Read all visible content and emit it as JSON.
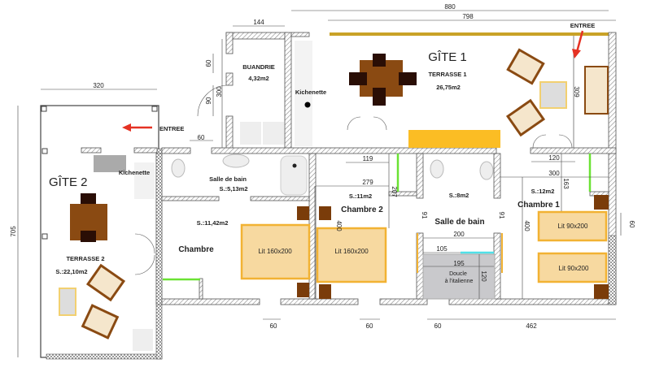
{
  "colors": {
    "wall": "#555555",
    "bed": "#f7d9a0",
    "bed_border": "#f2b233",
    "table": "#8a4a12",
    "chair": "#2a0e05",
    "arrow": "#e53224",
    "door_mark": "#6be234",
    "shower_mark": "#4fe0e8",
    "counter": "#fbbd24",
    "pergola": "#c9a227"
  },
  "gite1": {
    "title": "GÎTE 1",
    "terrace": "TERRASSE 1",
    "area": "26,75m2",
    "entrance": "ENTREE"
  },
  "gite2": {
    "title": "GÎTE 2",
    "terrace": "TERRASSE 2",
    "area": "S.:22,10m2",
    "entrance": "ENTREE",
    "kitchen": "Kichenette"
  },
  "buanderie": {
    "title": "BUANDRIE",
    "area": "4,32m2"
  },
  "kitchen1": "Kichenette",
  "bath1": {
    "title": "Salle de bain",
    "area": "S.:5,13m2"
  },
  "chambre": {
    "title": "Chambre",
    "area": "S.:11,42m2",
    "bed": "Lit 160x200"
  },
  "chambre2": {
    "title": "Chambre  2",
    "area": "S.:11m2",
    "bed": "Lit 160x200"
  },
  "bath2": {
    "title": "Salle de bain",
    "area": "S.:8m2",
    "shower": "Doucle",
    "shower2": "à l'italienne"
  },
  "chambre1": {
    "title": "Chambre 1",
    "area": "S.:12m2",
    "bed1": "Lit 90x200",
    "bed2": "Lit 90x200"
  },
  "dimensions": {
    "d880": "880",
    "d798": "798",
    "d144": "144",
    "d320": "320",
    "d705": "705",
    "d60a": "60",
    "d300": "300",
    "d90": "90",
    "d60b": "60",
    "d309": "309",
    "d119": "119",
    "d279": "279",
    "d207": "207",
    "d400a": "400",
    "d91a": "91",
    "d91b": "91",
    "d200": "200",
    "d105": "105",
    "d195": "195",
    "d120a": "120",
    "d120b": "120",
    "d300b": "300",
    "d163": "163",
    "d400b": "400",
    "d60c": "60",
    "d60d": "60",
    "d60e": "60",
    "d60f": "60",
    "d462": "462"
  }
}
